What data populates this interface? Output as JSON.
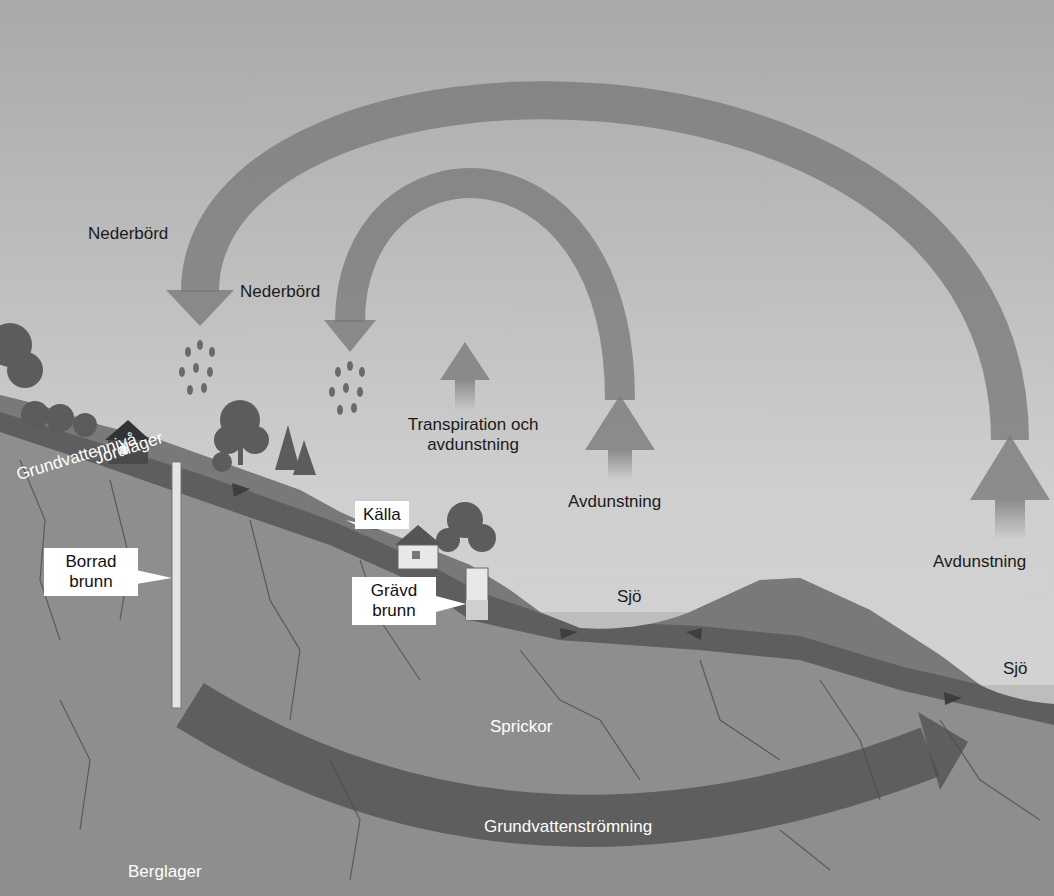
{
  "diagram": {
    "nodes": [
      {
        "text": [
          "Källa"
        ]
      },
      {
        "text": [
          "Borrad brunn"
        ]
      },
      {
        "text": [
          "Grävd brunn"
        ]
      }
    ],
    "labels": [
      "Nederbörd",
      "Nederbörd",
      "Transpiration och avdunstning",
      "Avdunstning",
      "Jordlager",
      "Grundvattennivå",
      "Avdunstning",
      "Sjö",
      "Sjö",
      "Sprickor",
      "Grundvattenströmning",
      "Berglager"
    ]
  }
}
